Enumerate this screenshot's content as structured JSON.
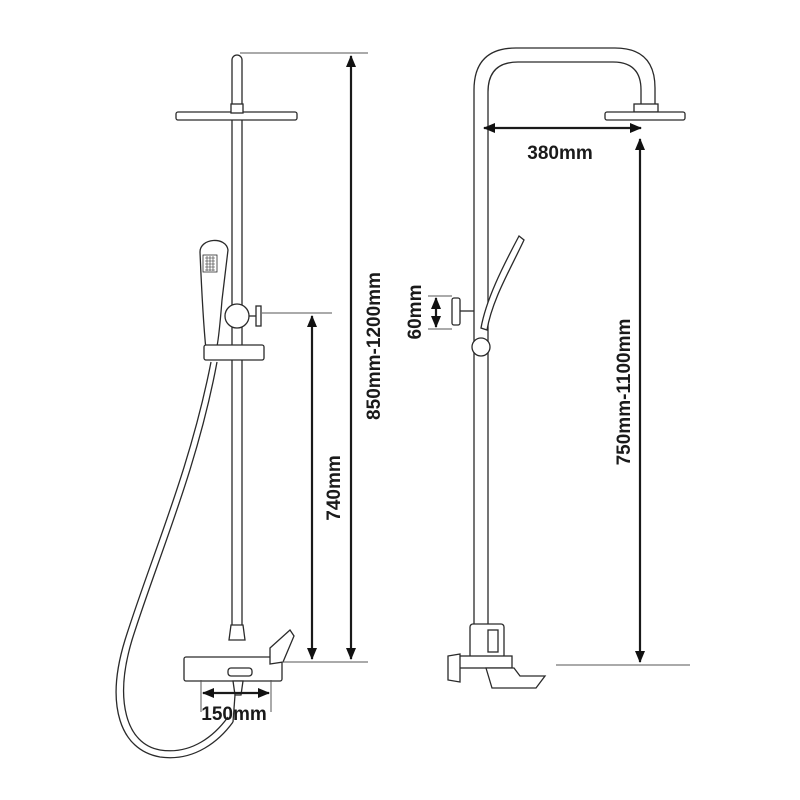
{
  "dimensions": {
    "total_height": "850mm-1200mm",
    "slider_height": "740mm",
    "spout_width": "150mm",
    "arm_reach": "380mm",
    "head_height": "750mm-1100mm",
    "valve_offset": "60mm"
  }
}
